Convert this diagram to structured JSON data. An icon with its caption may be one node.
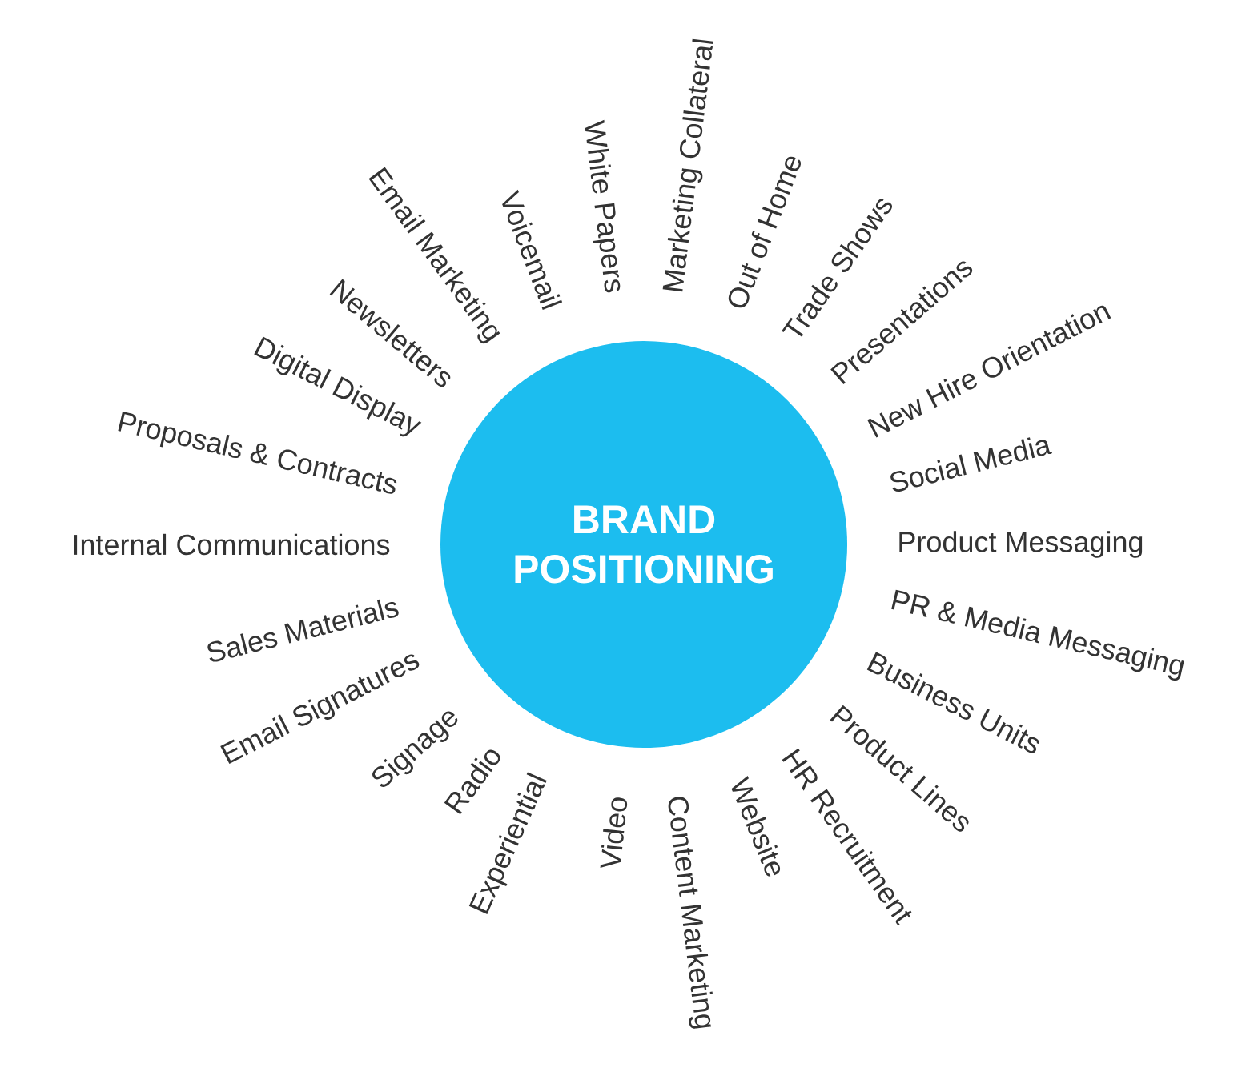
{
  "diagram": {
    "nodes": [
      {
        "text": [
          "BRAND POSITIONING"
        ]
      }
    ],
    "edges": [],
    "labels": [
      "Marketing Collateral",
      "Out of Home",
      "Trade Shows",
      "Presentations",
      "New Hire Orientation",
      "Social Media",
      "Product Messaging",
      "PR & Media Messaging",
      "Business Units",
      "Product Lines",
      "HR Recruitment",
      "Website",
      "Content Marketing",
      "Video",
      "Experiential",
      "Radio",
      "Signage",
      "Email Signatures",
      "Sales Materials",
      "Internal Communications",
      "Proposals & Contracts",
      "Digital Display",
      "Newsletters",
      "Email Marketing",
      "Voicemail",
      "White Papers"
    ]
  }
}
